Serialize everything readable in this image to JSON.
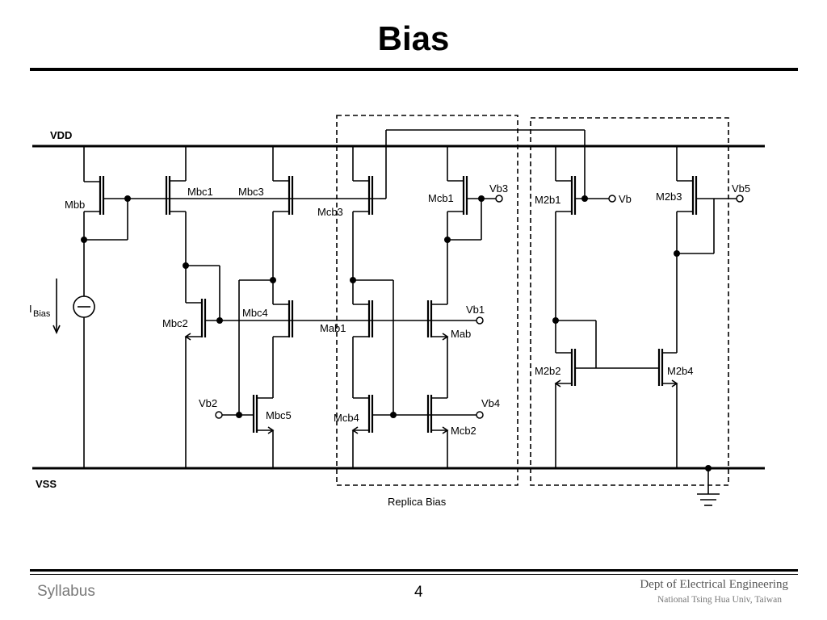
{
  "slide": {
    "title": "Bias",
    "footer_left": "Syllabus",
    "page_number": "4",
    "footer_right_line1": "Dept of Electrical Engineering",
    "footer_right_line2": "National Tsing Hua Univ, Taiwan"
  },
  "schematic": {
    "rails": {
      "vdd": "VDD",
      "vss": "VSS"
    },
    "current_source": "Bias",
    "current_source_prefix": "I",
    "transistors": {
      "mbb": "Mbb",
      "mbc1": "Mbc1",
      "mbc3": "Mbc3",
      "mcb3": "Mcb3",
      "mcb1": "Mcb1",
      "mbc2": "Mbc2",
      "mbc4": "Mbc4",
      "mab1": "Mab1",
      "mab": "Mab",
      "mbc5": "Mbc5",
      "mcb4": "Mcb4",
      "mcb2": "Mcb2",
      "m2b1": "M2b1",
      "m2b3": "M2b3",
      "m2b2": "M2b2",
      "m2b4": "M2b4"
    },
    "nodes": {
      "vb": "Vb",
      "vb1": "Vb1",
      "vb2": "Vb2",
      "vb3": "Vb3",
      "vb4": "Vb4",
      "vb5": "Vb5"
    },
    "replica_label": "Replica Bias"
  }
}
